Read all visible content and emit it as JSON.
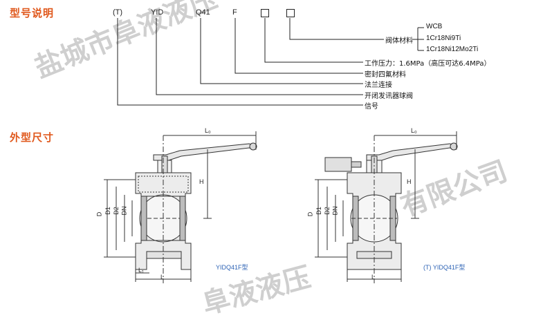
{
  "titles": {
    "model_desc": "型号说明",
    "dimensions": "外型尺寸"
  },
  "model_codes": [
    "(T)",
    "YID",
    "Q41",
    "F"
  ],
  "callouts": {
    "material_label": "阀体材料",
    "materials": [
      "WCB",
      "1Cr18Ni9Ti",
      "1Cr18Ni12Mo2Ti"
    ],
    "pressure": "工作压力：1.6MPa（高压可达6.4MPa）",
    "seal": "密封四氟材料",
    "flange": "法兰连接",
    "type": "开闭发讯器球阀",
    "signal": "信号"
  },
  "dims": {
    "L0": "L₀",
    "H": "H",
    "D": "D",
    "D1": "D1",
    "D2": "D2",
    "DN": "DN",
    "L1": "L₁",
    "L": "L"
  },
  "captions": {
    "left": "YIDQ41F型",
    "right": "(T)  YIDQ41F型"
  },
  "watermark": {
    "line1": "盐城市阜液液压",
    "line2": "有限公司",
    "line3": "阜液液压"
  },
  "colors": {
    "accent": "#e0581c",
    "caption": "#2d63b5"
  }
}
